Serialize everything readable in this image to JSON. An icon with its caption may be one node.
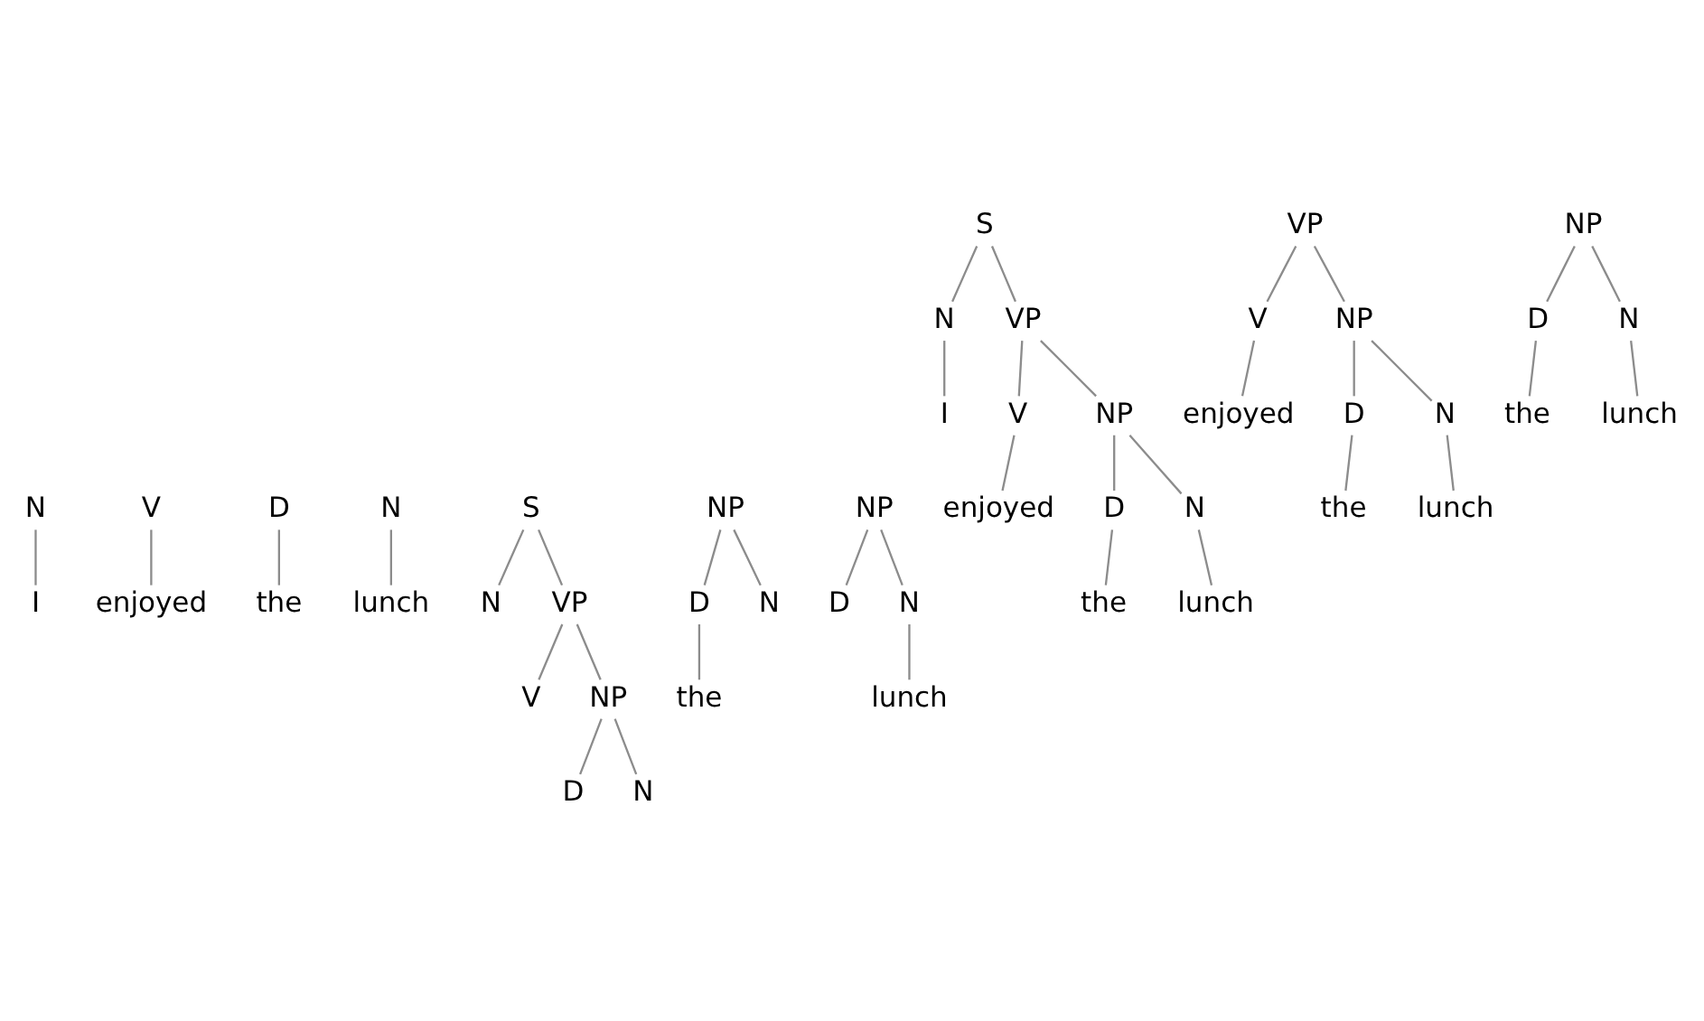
{
  "diagram": {
    "nodes": [
      {
        "text": [
          "S"
        ]
      },
      {
        "text": [
          "N"
        ]
      },
      {
        "text": [
          "VP"
        ]
      },
      {
        "text": [
          "V"
        ]
      },
      {
        "text": [
          "NP"
        ]
      },
      {
        "text": [
          "D"
        ]
      },
      {
        "text": [
          "N"
        ]
      },
      {
        "text": [
          "I"
        ]
      },
      {
        "text": [
          "enjoyed"
        ]
      },
      {
        "text": [
          "the"
        ]
      },
      {
        "text": [
          "lunch"
        ]
      },
      {
        "text": [
          "VP"
        ]
      },
      {
        "text": [
          "V"
        ]
      },
      {
        "text": [
          "NP"
        ]
      },
      {
        "text": [
          "D"
        ]
      },
      {
        "text": [
          "N"
        ]
      },
      {
        "text": [
          "enjoyed"
        ]
      },
      {
        "text": [
          "the"
        ]
      },
      {
        "text": [
          "lunch"
        ]
      },
      {
        "text": [
          "NP"
        ]
      },
      {
        "text": [
          "D"
        ]
      },
      {
        "text": [
          "N"
        ]
      },
      {
        "text": [
          "the"
        ]
      },
      {
        "text": [
          "lunch"
        ]
      },
      {
        "text": [
          "N"
        ]
      },
      {
        "text": [
          "V"
        ]
      },
      {
        "text": [
          "D"
        ]
      },
      {
        "text": [
          "N"
        ]
      },
      {
        "text": [
          "I"
        ]
      },
      {
        "text": [
          "enjoyed"
        ]
      },
      {
        "text": [
          "the"
        ]
      },
      {
        "text": [
          "lunch"
        ]
      },
      {
        "text": [
          "S"
        ]
      },
      {
        "text": [
          "N"
        ]
      },
      {
        "text": [
          "VP"
        ]
      },
      {
        "text": [
          "V"
        ]
      },
      {
        "text": [
          "NP"
        ]
      },
      {
        "text": [
          "D"
        ]
      },
      {
        "text": [
          "N"
        ]
      },
      {
        "text": [
          "NP"
        ]
      },
      {
        "text": [
          "D"
        ]
      },
      {
        "text": [
          "N"
        ]
      },
      {
        "text": [
          "the"
        ]
      },
      {
        "text": [
          "NP"
        ]
      },
      {
        "text": [
          "D"
        ]
      },
      {
        "text": [
          "N"
        ]
      },
      {
        "text": [
          "lunch"
        ]
      }
    ],
    "edges": [
      {
        "from": 0,
        "to": 1,
        "arrow": "none"
      },
      {
        "from": 0,
        "to": 2,
        "arrow": "none"
      },
      {
        "from": 1,
        "to": 7,
        "arrow": "none"
      },
      {
        "from": 2,
        "to": 3,
        "arrow": "none"
      },
      {
        "from": 2,
        "to": 4,
        "arrow": "none"
      },
      {
        "from": 3,
        "to": 8,
        "arrow": "none"
      },
      {
        "from": 4,
        "to": 5,
        "arrow": "none"
      },
      {
        "from": 4,
        "to": 6,
        "arrow": "none"
      },
      {
        "from": 5,
        "to": 9,
        "arrow": "none"
      },
      {
        "from": 6,
        "to": 10,
        "arrow": "none"
      },
      {
        "from": 11,
        "to": 12,
        "arrow": "none"
      },
      {
        "from": 11,
        "to": 13,
        "arrow": "none"
      },
      {
        "from": 12,
        "to": 16,
        "arrow": "none"
      },
      {
        "from": 13,
        "to": 14,
        "arrow": "none"
      },
      {
        "from": 13,
        "to": 15,
        "arrow": "none"
      },
      {
        "from": 14,
        "to": 17,
        "arrow": "none"
      },
      {
        "from": 15,
        "to": 18,
        "arrow": "none"
      },
      {
        "from": 19,
        "to": 20,
        "arrow": "none"
      },
      {
        "from": 19,
        "to": 21,
        "arrow": "none"
      },
      {
        "from": 20,
        "to": 22,
        "arrow": "none"
      },
      {
        "from": 21,
        "to": 23,
        "arrow": "none"
      },
      {
        "from": 24,
        "to": 28,
        "arrow": "none"
      },
      {
        "from": 25,
        "to": 29,
        "arrow": "none"
      },
      {
        "from": 26,
        "to": 30,
        "arrow": "none"
      },
      {
        "from": 27,
        "to": 31,
        "arrow": "none"
      },
      {
        "from": 32,
        "to": 33,
        "arrow": "none"
      },
      {
        "from": 32,
        "to": 34,
        "arrow": "none"
      },
      {
        "from": 34,
        "to": 35,
        "arrow": "none"
      },
      {
        "from": 34,
        "to": 36,
        "arrow": "none"
      },
      {
        "from": 36,
        "to": 37,
        "arrow": "none"
      },
      {
        "from": 36,
        "to": 38,
        "arrow": "none"
      },
      {
        "from": 39,
        "to": 40,
        "arrow": "none"
      },
      {
        "from": 39,
        "to": 41,
        "arrow": "none"
      },
      {
        "from": 40,
        "to": 42,
        "arrow": "none"
      },
      {
        "from": 43,
        "to": 44,
        "arrow": "none"
      },
      {
        "from": 43,
        "to": 45,
        "arrow": "none"
      },
      {
        "from": 45,
        "to": 46,
        "arrow": "none"
      }
    ]
  }
}
